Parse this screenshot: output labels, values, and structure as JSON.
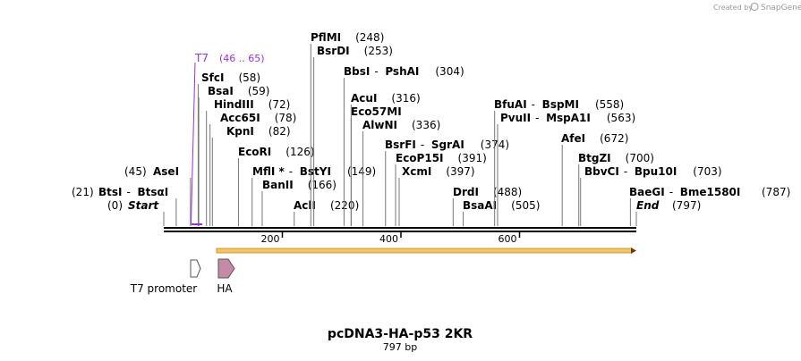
{
  "credit": {
    "text": "Created by",
    "brand": "SnapGene"
  },
  "plasmid": {
    "name": "pcDNA3-HA-p53 2KR",
    "length_label": "797 bp",
    "length": 797
  },
  "colors": {
    "primer": "#9b30d9",
    "orf_fill": "#f3c46b",
    "orf_stroke": "#c8891a",
    "ha": "#c48aa8",
    "backbone": "#000000"
  },
  "ruler": {
    "ticks": [
      {
        "value": 200,
        "label": "200"
      },
      {
        "value": 400,
        "label": "400"
      },
      {
        "value": 600,
        "label": "600"
      }
    ]
  },
  "primer": {
    "name": "T7",
    "range": "(46 .. 65)",
    "start": 46,
    "end": 65
  },
  "sites": [
    {
      "name": "Start",
      "pos": "(0)",
      "at": 0,
      "special": true,
      "row": 0
    },
    {
      "name": "BtsI",
      "alt": "BtsαI",
      "pos": "(21)",
      "at": 21,
      "row": 1
    },
    {
      "name": "AseI",
      "pos": "(45)",
      "at": 45,
      "row": 2
    },
    {
      "name": "SfcI",
      "pos": "(58)",
      "at": 58,
      "row": 3
    },
    {
      "name": "BsaI",
      "pos": "(59)",
      "at": 59,
      "row": 4
    },
    {
      "name": "HindIII",
      "pos": "(72)",
      "at": 72,
      "row": 5
    },
    {
      "name": "Acc65I",
      "pos": "(78)",
      "at": 78,
      "row": 6
    },
    {
      "name": "KpnI",
      "pos": "(82)",
      "at": 82,
      "row": 7
    },
    {
      "name": "EcoRI",
      "pos": "(126)",
      "at": 126,
      "row": 8
    },
    {
      "name": "MflI *",
      "alt": "BstYI",
      "pos": "(149)",
      "at": 149,
      "row": 9
    },
    {
      "name": "BanII",
      "pos": "(166)",
      "at": 166,
      "row": 10
    },
    {
      "name": "AclI",
      "pos": "(220)",
      "at": 220,
      "row": 11
    },
    {
      "name": "PflMI",
      "pos": "(248)",
      "at": 248,
      "row": 12
    },
    {
      "name": "BsrDI",
      "pos": "(253)",
      "at": 253,
      "row": 13
    },
    {
      "name": "BbsI",
      "alt": "PshAI",
      "pos": "(304)",
      "at": 304,
      "row": 14
    },
    {
      "name": "AcuI",
      "pos": "(316)",
      "at": 316,
      "row": 15
    },
    {
      "name": "Eco57MI",
      "pos": "",
      "at": 316,
      "row": 16
    },
    {
      "name": "AlwNI",
      "pos": "(336)",
      "at": 336,
      "row": 17
    },
    {
      "name": "BsrFI",
      "alt": "SgrAI",
      "pos": "(374)",
      "at": 374,
      "row": 18
    },
    {
      "name": "EcoP15I",
      "pos": "(391)",
      "at": 391,
      "row": 19
    },
    {
      "name": "XcmI",
      "pos": "(397)",
      "at": 397,
      "row": 20
    },
    {
      "name": "DrdI",
      "pos": "(488)",
      "at": 488,
      "row": 21
    },
    {
      "name": "BsaAI",
      "pos": "(505)",
      "at": 505,
      "row": 22
    },
    {
      "name": "BfuAI",
      "alt": "BspMI",
      "pos": "(558)",
      "at": 558,
      "row": 23
    },
    {
      "name": "PvuII",
      "alt": "MspA1I",
      "pos": "(563)",
      "at": 563,
      "row": 24
    },
    {
      "name": "AfeI",
      "pos": "(672)",
      "at": 672,
      "row": 25
    },
    {
      "name": "BtgZI",
      "pos": "(700)",
      "at": 700,
      "row": 26
    },
    {
      "name": "BbvCI",
      "alt": "Bpu10I",
      "pos": "(703)",
      "at": 703,
      "row": 27
    },
    {
      "name": "BaeGI",
      "alt": "Bme1580I",
      "pos": "(787)",
      "at": 787,
      "row": 28
    },
    {
      "name": "End",
      "pos": "(797)",
      "at": 797,
      "special": true,
      "row": 29
    }
  ],
  "features": [
    {
      "name": "T7 promoter",
      "start": 46,
      "end": 65,
      "kind": "promoter"
    },
    {
      "name": "HA",
      "start": 82,
      "end": 110,
      "kind": "tag"
    },
    {
      "name": "",
      "start": 83,
      "end": 797,
      "kind": "orf"
    }
  ]
}
